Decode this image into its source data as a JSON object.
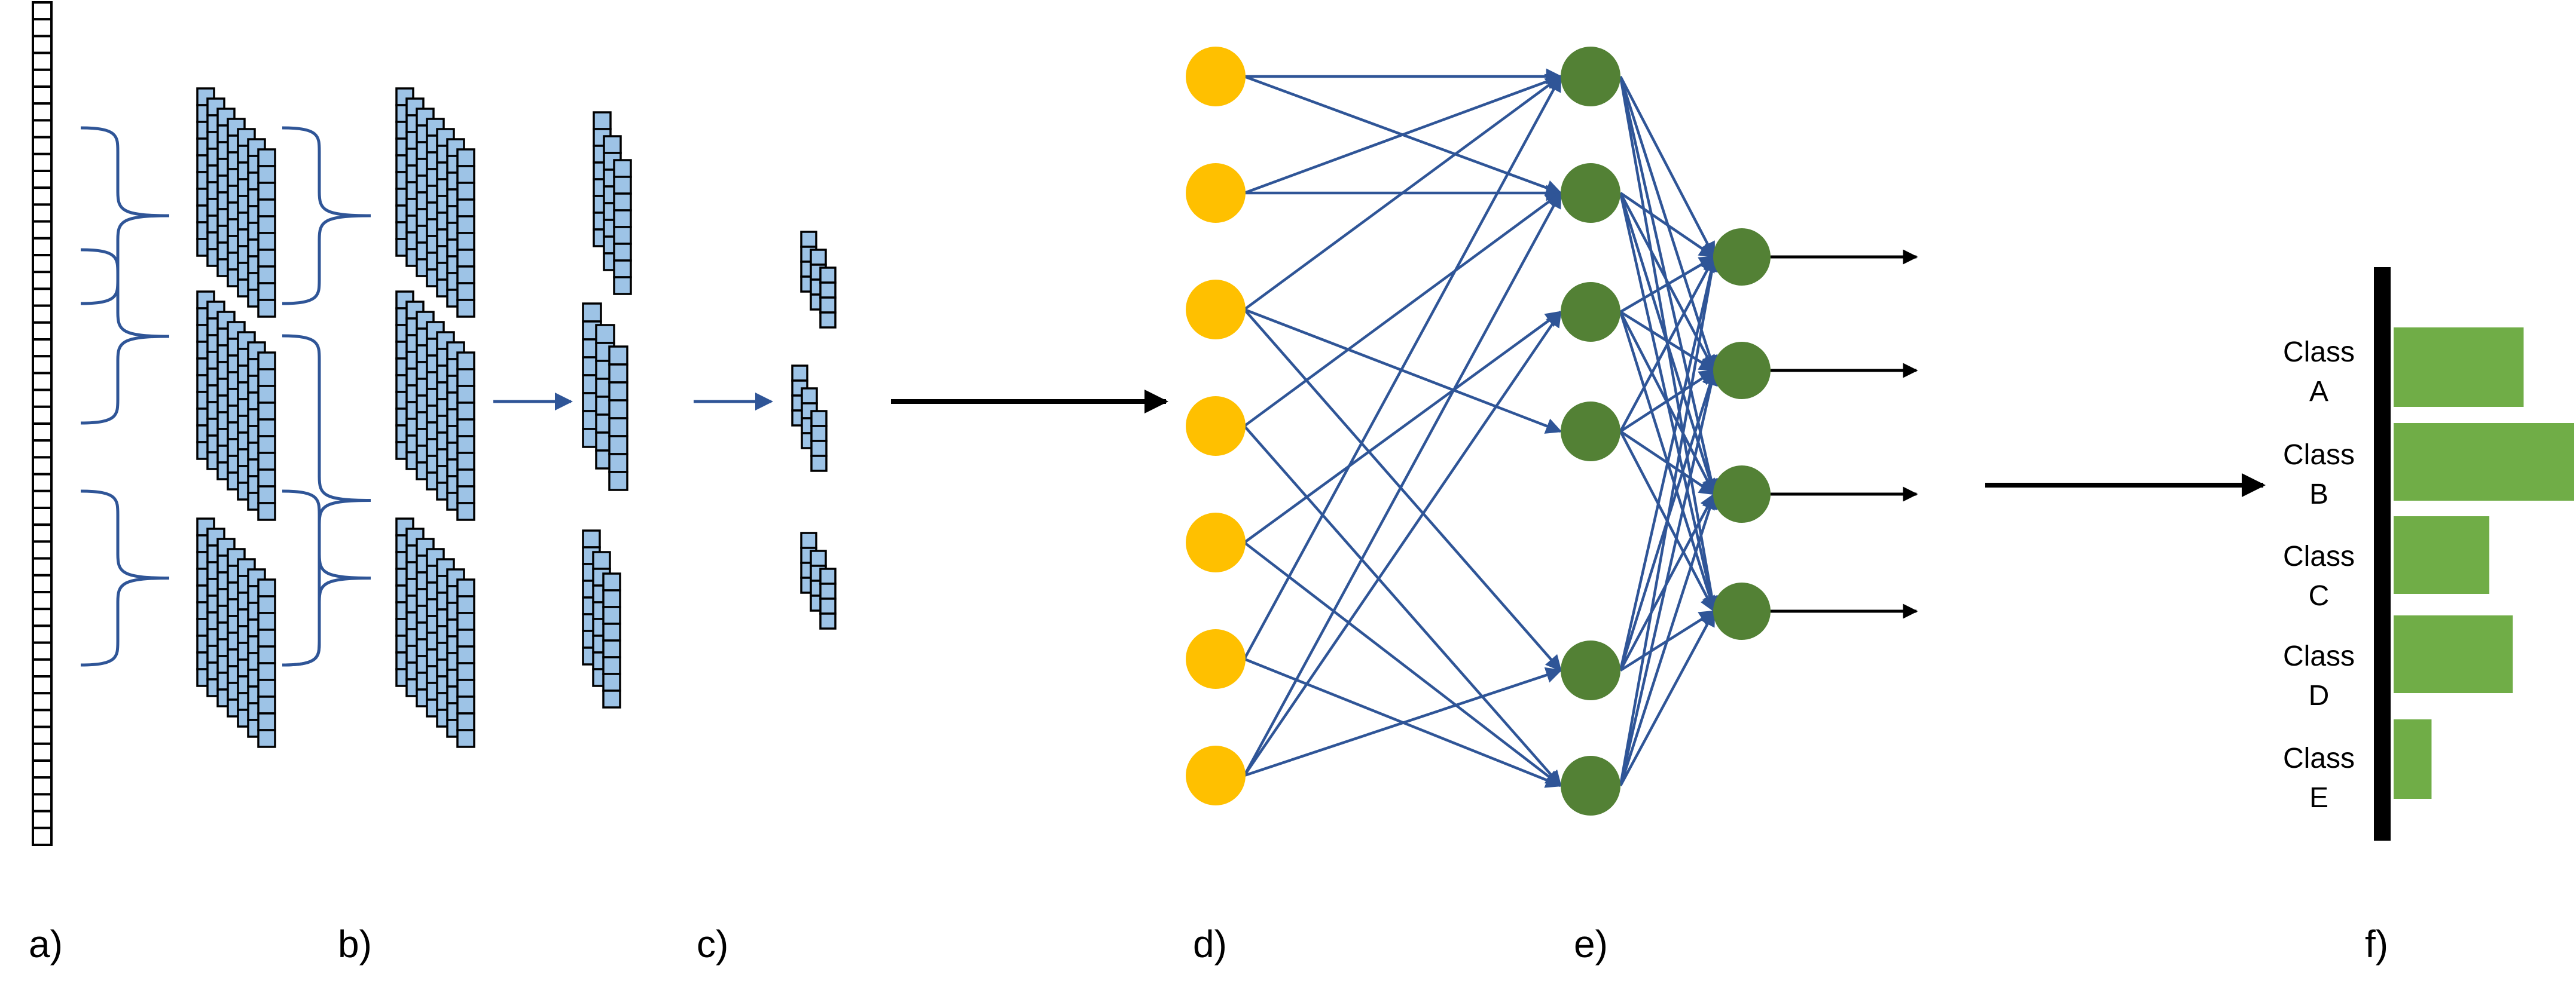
{
  "panel_labels": {
    "a": "a)",
    "b": "b)",
    "c": "c)",
    "d": "d)",
    "e": "e)",
    "f": "f)"
  },
  "classes": [
    {
      "line1": "Class",
      "line2": "A",
      "score": 0.72
    },
    {
      "line1": "Class",
      "line2": "B",
      "score": 1.0
    },
    {
      "line1": "Class",
      "line2": "C",
      "score": 0.53
    },
    {
      "line1": "Class",
      "line2": "D",
      "score": 0.66
    },
    {
      "line1": "Class",
      "line2": "E",
      "score": 0.21
    }
  ],
  "colors": {
    "input_node": "#FFC000",
    "hidden_node": "#538135",
    "bar": "#70AD47",
    "connection": "#2F5597",
    "feature_cell": "#9DC3E6",
    "outline": "#000000"
  },
  "network": {
    "input_nodes": 7,
    "hidden_nodes": 6,
    "output_nodes": 4
  }
}
